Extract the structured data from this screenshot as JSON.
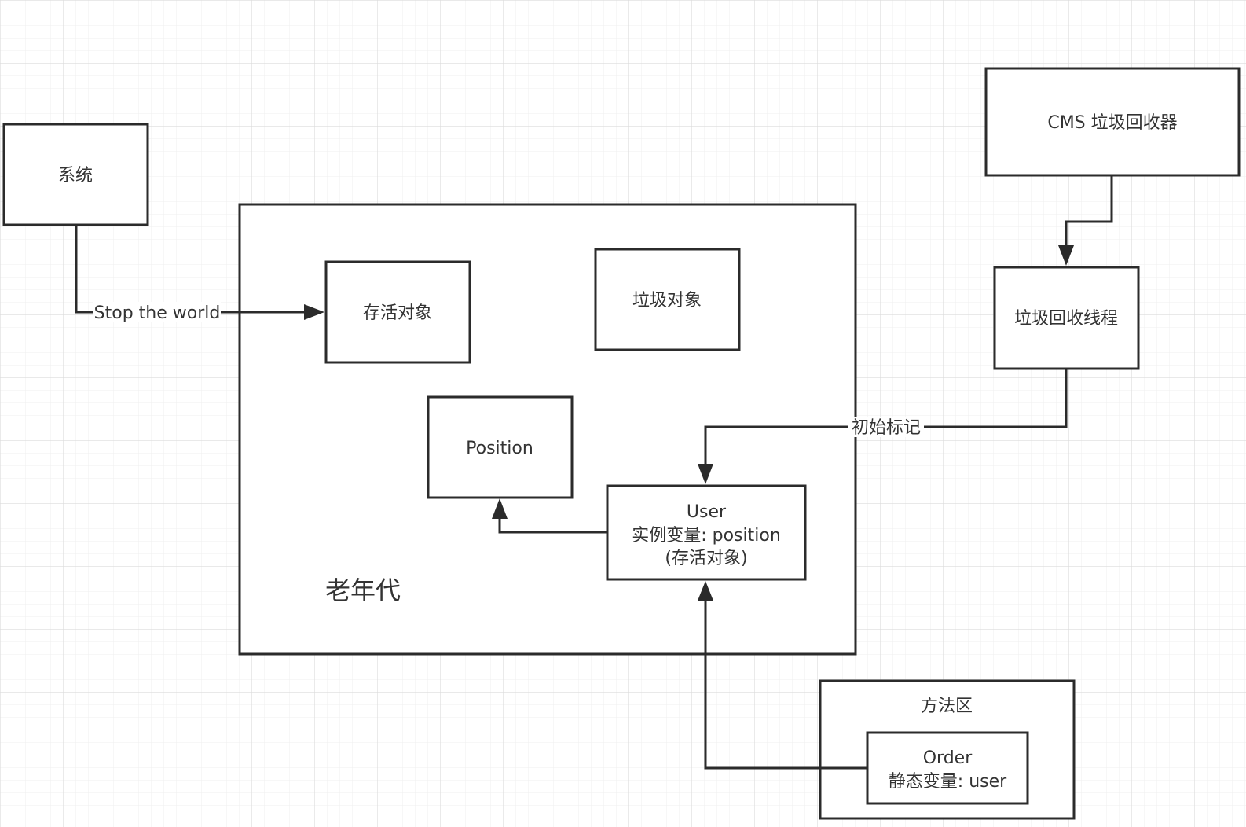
{
  "nodes": {
    "system": "系统",
    "cms": "CMS 垃圾回收器",
    "gc_thread": "垃圾回收线程",
    "old_gen": "老年代",
    "live_object": "存活对象",
    "garbage_object": "垃圾对象",
    "position": "Position",
    "user": [
      "User",
      "实例变量: position",
      "(存活对象)"
    ],
    "method_area": "方法区",
    "order": [
      "Order",
      "静态变量: user"
    ]
  },
  "edges": {
    "stop_the_world": "Stop the world",
    "initial_mark": "初始标记"
  },
  "colors": {
    "stroke": "#2b2b2b",
    "text": "#333333",
    "grid_major": "#dcdcdc",
    "grid_minor": "#efefef",
    "background": "#ffffff"
  }
}
